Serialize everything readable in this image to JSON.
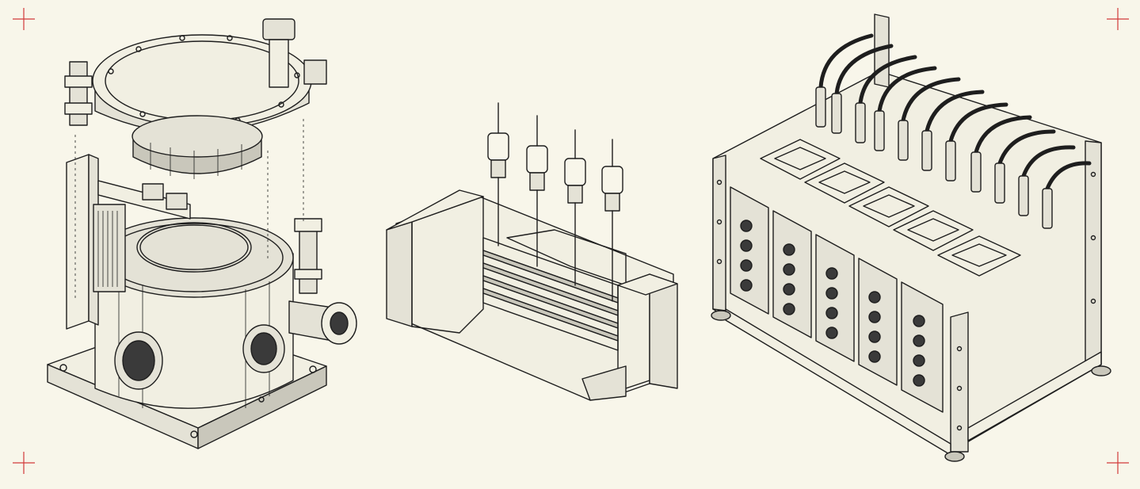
{
  "sheet": {
    "background": "#f8f6ea",
    "ink_color": "#1e1e1e",
    "registration_mark_color": "#d23a3a"
  },
  "icons": {
    "registration_mark": "crosshair-icon"
  },
  "drawings": [
    {
      "id": "vacuum-chamber-exploded"
    },
    {
      "id": "layered-block-with-probes"
    },
    {
      "id": "modular-rack-with-cables"
    }
  ]
}
